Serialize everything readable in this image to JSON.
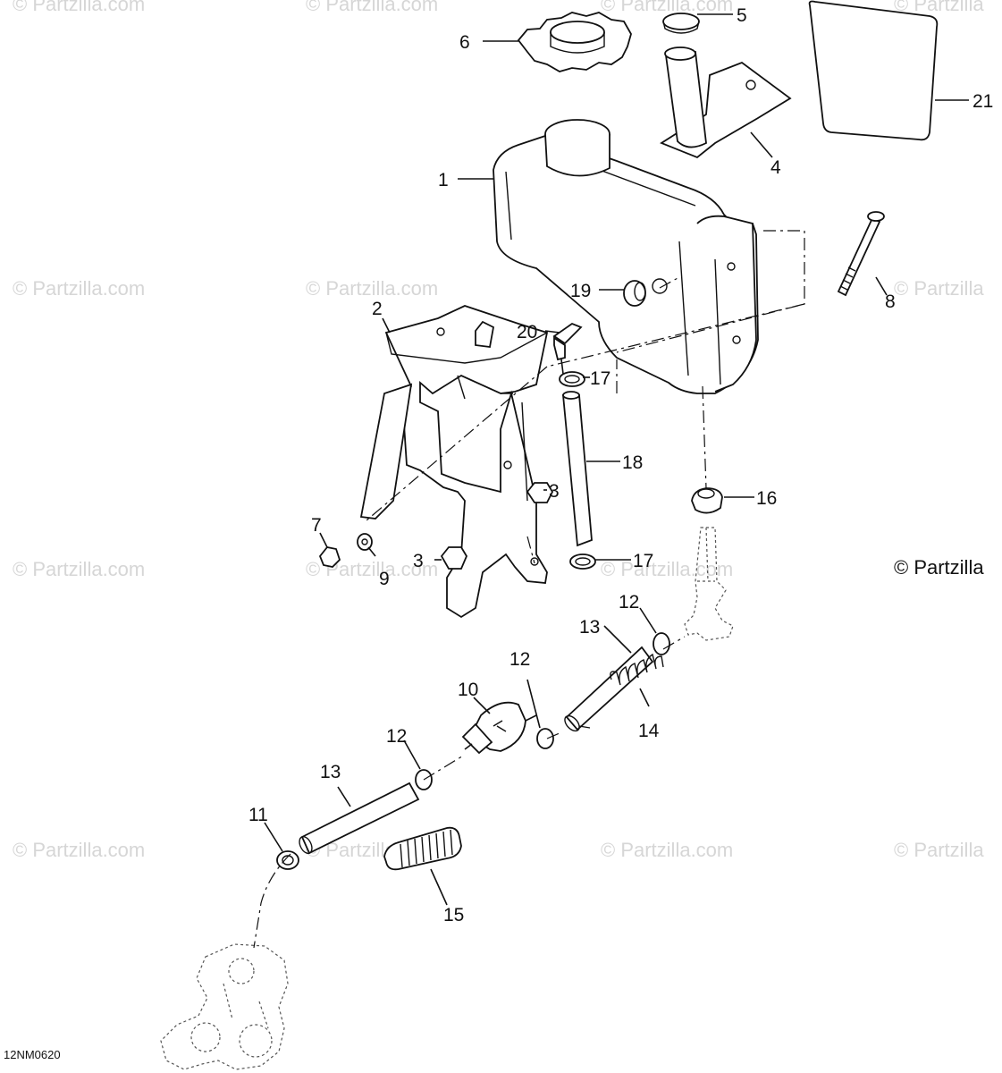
{
  "watermark": {
    "text_full": "© Partzilla.com",
    "text_cut": "© Partzilla"
  },
  "copyright_label": "© Partzilla",
  "diagram_code": "12NM0620",
  "callouts": {
    "c1": "1",
    "c2": "2",
    "c3a": "3",
    "c3b": "3",
    "c4": "4",
    "c5": "5",
    "c6": "6",
    "c7": "7",
    "c8": "8",
    "c9": "9",
    "c10": "10",
    "c11": "11",
    "c12a": "12",
    "c12b": "12",
    "c12c": "12",
    "c13a": "13",
    "c13b": "13",
    "c14": "14",
    "c15": "15",
    "c16": "16",
    "c17a": "17",
    "c17b": "17",
    "c18": "18",
    "c19": "19",
    "c20": "20",
    "c21": "21"
  }
}
